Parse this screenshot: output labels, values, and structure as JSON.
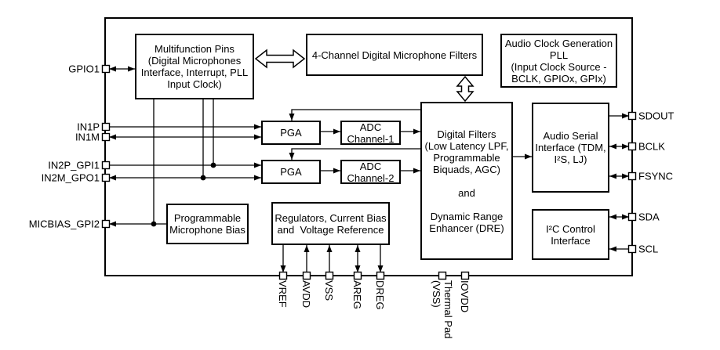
{
  "diagram": {
    "type": "block-diagram",
    "description": "Audio ADC functional block diagram",
    "colors": {
      "line": "#000000",
      "box_fill": "#ffffff",
      "background": "#ffffff"
    },
    "blocks": {
      "multifunction": {
        "label": [
          "Multifunction Pins",
          "(Digital Microphones",
          "Interface, Interrupt, PLL",
          "Input Clock)"
        ]
      },
      "dmic_filters": {
        "label": [
          "4-Channel Digital Microphone Filters"
        ]
      },
      "pll": {
        "label": [
          "Audio Clock Generation",
          "PLL",
          "(Input Clock Source -",
          "BCLK, GPIOx, GPIx)"
        ]
      },
      "pga1": {
        "label": [
          "PGA"
        ]
      },
      "adc1": {
        "label": [
          "ADC",
          "Channel-1"
        ]
      },
      "pga2": {
        "label": [
          "PGA"
        ]
      },
      "adc2": {
        "label": [
          "ADC",
          "Channel-2"
        ]
      },
      "digital_filters": {
        "label": [
          "Digital Filters",
          "(Low Latency LPF,",
          "Programmable",
          "Biquads, AGC)",
          "",
          "and",
          "",
          "Dynamic Range",
          "Enhancer (DRE)"
        ]
      },
      "audio_serial_interface": {
        "label": [
          "Audio Serial",
          "Interface (TDM,",
          "I²S, LJ)"
        ]
      },
      "i2c_control": {
        "label": [
          "I²C Control",
          "Interface"
        ]
      },
      "mic_bias": {
        "label": [
          "Programmable",
          "Microphone Bias"
        ]
      },
      "regulators": {
        "label": [
          "Regulators, Current Bias",
          "and  Voltage Reference"
        ]
      }
    },
    "pins": {
      "left": [
        {
          "name": "GPIO1",
          "label": "GPIO1",
          "direction": "bidirectional"
        },
        {
          "name": "IN1P",
          "label": "IN1P",
          "direction": "input"
        },
        {
          "name": "IN1M",
          "label": "IN1M",
          "direction": "bidirectional"
        },
        {
          "name": "IN2P_GPI1",
          "label": "IN2P_GPI1",
          "direction": "input"
        },
        {
          "name": "IN2M_GPO1",
          "label": "IN2M_GPO1",
          "direction": "bidirectional"
        },
        {
          "name": "MICBIAS_GPI2",
          "label": "MICBIAS_GPI2",
          "direction": "output"
        }
      ],
      "right": [
        {
          "name": "SDOUT",
          "label": "SDOUT",
          "direction": "output"
        },
        {
          "name": "BCLK",
          "label": "BCLK",
          "direction": "bidirectional"
        },
        {
          "name": "FSYNC",
          "label": "FSYNC",
          "direction": "bidirectional"
        },
        {
          "name": "SDA",
          "label": "SDA",
          "direction": "bidirectional"
        },
        {
          "name": "SCL",
          "label": "SCL",
          "direction": "input"
        }
      ],
      "bottom": [
        {
          "name": "VREF",
          "label": "VREF",
          "direction": "output"
        },
        {
          "name": "AVDD",
          "label": "AVDD",
          "direction": "input"
        },
        {
          "name": "VSS",
          "label": "VSS",
          "direction": "input"
        },
        {
          "name": "AREG",
          "label": "AREG",
          "direction": "bidirectional"
        },
        {
          "name": "DREG",
          "label": "DREG",
          "direction": "output"
        },
        {
          "name": "THERMAL_PAD",
          "label": [
            "Thermal Pad",
            "(VSS)"
          ],
          "direction": "none"
        },
        {
          "name": "IOVDD",
          "label": "IOVDD",
          "direction": "none"
        }
      ]
    }
  }
}
